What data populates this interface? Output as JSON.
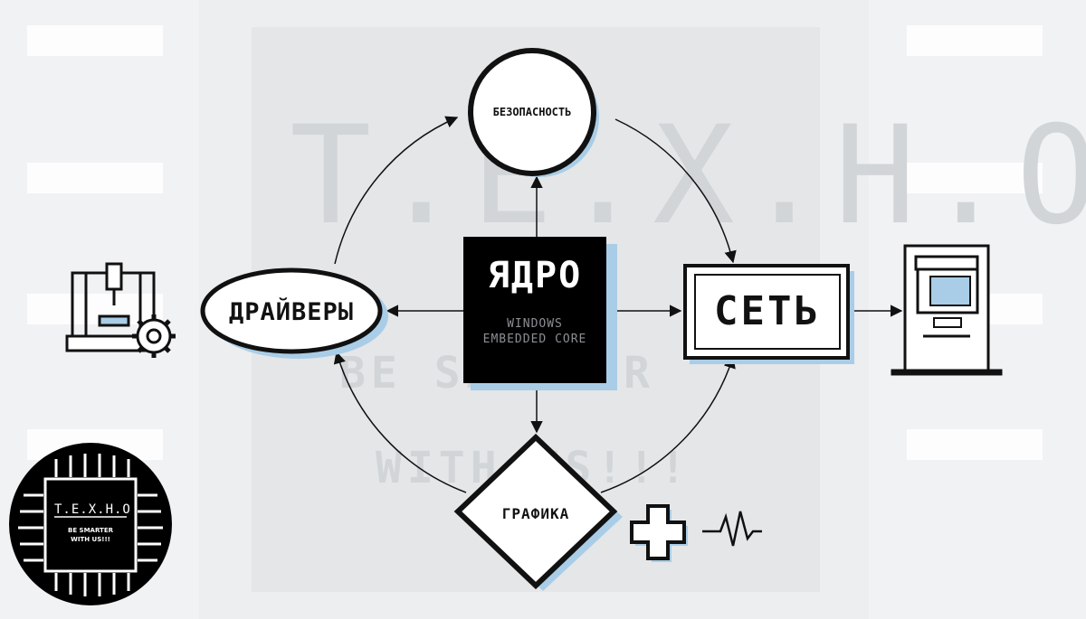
{
  "watermark": {
    "title": "T.E.X.H.O",
    "tagline_line1": "BE SMARTER",
    "tagline_line2": "WITH US!!!"
  },
  "core": {
    "title": "ЯДРО",
    "subtitle_line1": "WINDOWS",
    "subtitle_line2": "EMBEDDED CORE"
  },
  "nodes": {
    "security": "БЕЗОПАСНОСТЬ",
    "drivers": "ДРАЙВЕРЫ",
    "network": "СЕТЬ",
    "graphics": "ГРАФИКА"
  },
  "logo": {
    "title": "T.E.X.H.O",
    "tagline_line1": "BE SMARTER",
    "tagline_line2": "WITH US!!!"
  },
  "icons": {
    "machine": "cnc-machine-icon",
    "atm": "atm-icon",
    "gamepad": "gamepad-cross-icon",
    "pulse": "heartbeat-pulse-icon",
    "chip": "chip-logo-icon"
  },
  "colors": {
    "accent": "#a9cde6",
    "ink": "#111111",
    "core_bg": "#000000"
  }
}
